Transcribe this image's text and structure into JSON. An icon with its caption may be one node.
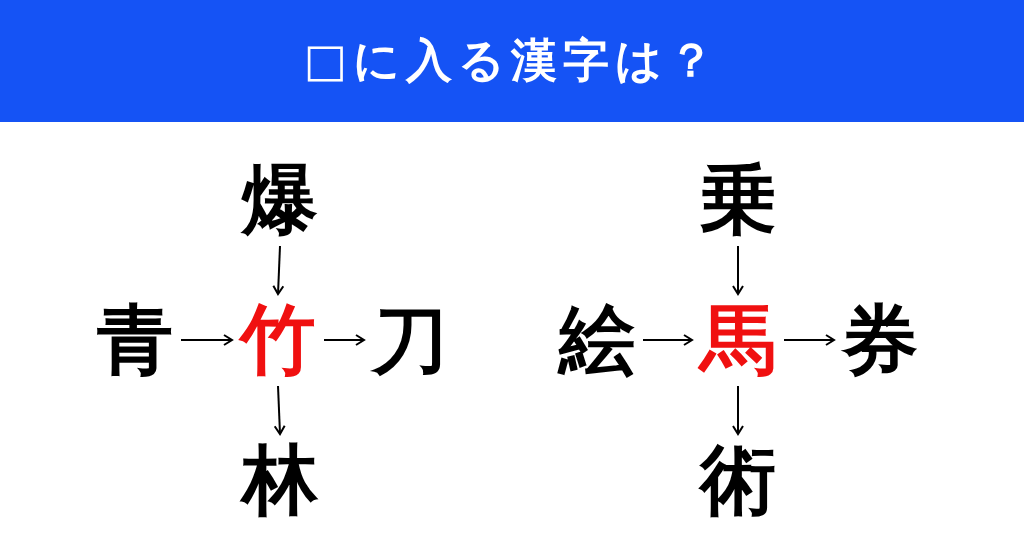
{
  "diagram": {
    "title": "□に入る漢字は？",
    "nodes": [
      {
        "text": [
          "爆"
        ]
      },
      {
        "text": [
          "青"
        ]
      },
      {
        "text": [
          "竹"
        ]
      },
      {
        "text": [
          "刀"
        ]
      },
      {
        "text": [
          "林"
        ]
      },
      {
        "text": [
          "乗"
        ]
      },
      {
        "text": [
          "絵"
        ]
      },
      {
        "text": [
          "馬"
        ]
      },
      {
        "text": [
          "券"
        ]
      },
      {
        "text": [
          "術"
        ]
      }
    ],
    "edges": [
      {
        "from": 0,
        "to": 2,
        "arrow": "to"
      },
      {
        "from": 1,
        "to": 2,
        "arrow": "to"
      },
      {
        "from": 2,
        "to": 3,
        "arrow": "to"
      },
      {
        "from": 2,
        "to": 4,
        "arrow": "to"
      },
      {
        "from": 5,
        "to": 7,
        "arrow": "to"
      },
      {
        "from": 6,
        "to": 7,
        "arrow": "to"
      },
      {
        "from": 7,
        "to": 8,
        "arrow": "to"
      },
      {
        "from": 7,
        "to": 9,
        "arrow": "to"
      }
    ]
  }
}
